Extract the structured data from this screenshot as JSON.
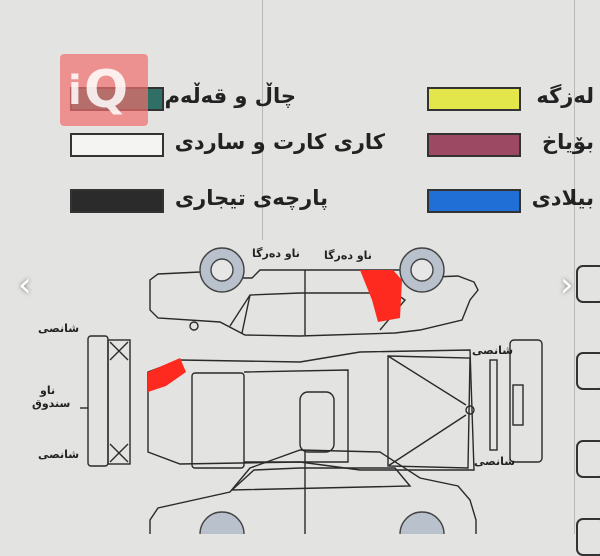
{
  "watermark": {
    "text": "IQ",
    "color": "#f06e6e"
  },
  "legend": {
    "left": [
      {
        "label": "چاڵ و قەڵەم",
        "color": "#2f6f66"
      },
      {
        "label": "کاری کارت و ساردی",
        "color": "#ffffff"
      },
      {
        "label": "پارچەی تیجاری",
        "color": "#2b2b2b"
      }
    ],
    "right": [
      {
        "label": "لەزگە",
        "color": "#e3e64a"
      },
      {
        "label": "بۆیاخ",
        "color": "#9c4a63"
      },
      {
        "label": "بیلادی",
        "color": "#1f6fd6"
      }
    ]
  },
  "diagram": {
    "labels": {
      "door_left": "ناو دەرگا",
      "door_right": "ناو دەرگا",
      "bumper_front_top": "شانصی",
      "bumper_front_bottom": "شانصی",
      "trunk_inside_1": "ناو",
      "trunk_inside_2": "سندوق",
      "bumper_rear_top": "شانصی",
      "bumper_rear_bottom": "شانصی"
    },
    "damage_color": "#ff2a1f"
  },
  "nav": {
    "prev_icon": "chevron-left-icon",
    "next_icon": "chevron-right-icon",
    "prev": "‹",
    "next": "›"
  }
}
